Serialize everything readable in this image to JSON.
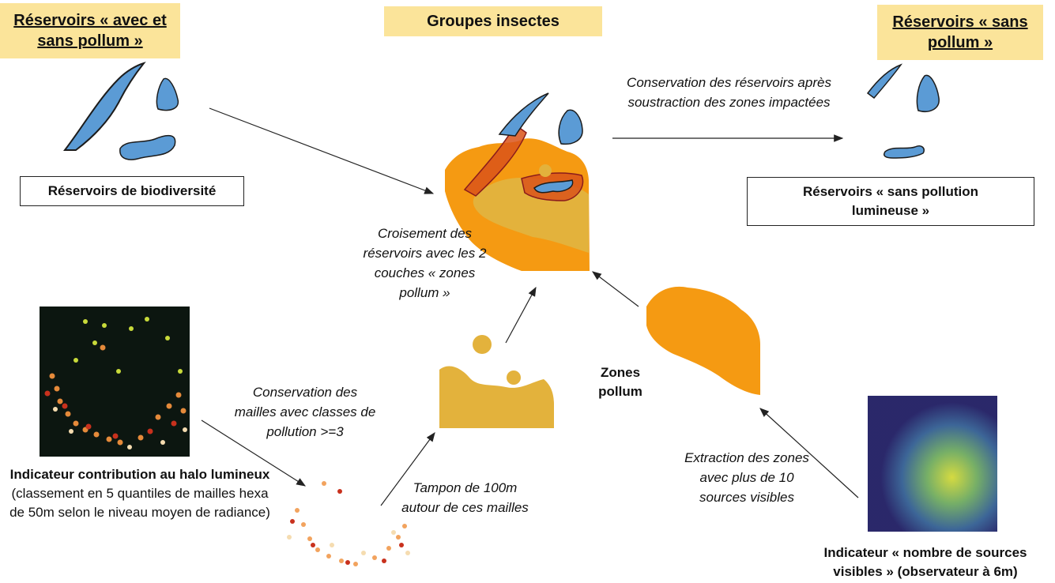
{
  "tags": {
    "left": "Réservoirs « avec et sans pollum »",
    "center": "Groupes insectes",
    "right": "Réservoirs « sans pollum »"
  },
  "boxes": {
    "biodiv": "Réservoirs de biodiversité",
    "sans_pollution": "Réservoirs « sans pollution lumineuse »"
  },
  "notes": {
    "conservation_reservoirs": "Conservation des réservoirs après soustraction des zones impactées",
    "croisement": "Croisement des réservoirs avec les 2 couches « zones pollum »",
    "conservation_mailles": "Conservation des mailles avec classes de pollution >=3",
    "tampon": "Tampon de 100m autour de ces mailles",
    "extraction": "Extraction des zones avec plus de 10 sources visibles",
    "zones_pollum": "Zones pollum"
  },
  "captions": {
    "halo_bold": "Indicateur contribution au halo lumineux",
    "halo_rest": " (classement en 5 quantiles de mailles hexa de 50m selon le niveau moyen de radiance)",
    "sources_bold": "Indicateur « nombre de sources visibles »",
    "sources_rest": " (observateur à 6m)"
  },
  "colors": {
    "tag_bg": "#fbe49a",
    "reservoir_blue": "#5b9bd5",
    "pollum_orange": "#f59a12",
    "buffer_yellow": "#e3b23c",
    "overlap_red": "#d9541a"
  }
}
